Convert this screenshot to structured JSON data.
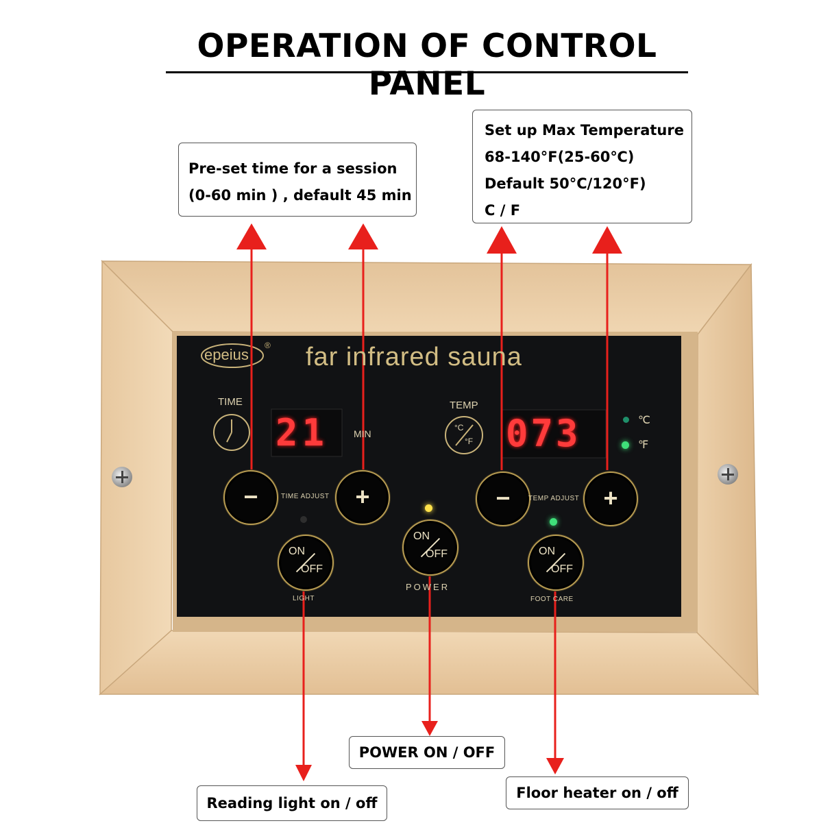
{
  "title": "OPERATION OF CONTROL PANEL",
  "callouts": {
    "time": [
      "Pre-set time for a session",
      "(0-60 min ) , default 45 min"
    ],
    "temp": [
      "Set up Max Temperature",
      "68-140°F(25-60℃)",
      "Default 50°C/120°F)",
      "C / F"
    ],
    "power": "POWER ON / OFF",
    "light": "Reading light on / off",
    "floor": "Floor heater on / off"
  },
  "panel": {
    "brand": "epeius",
    "registered_mark": "®",
    "heading": "far infrared sauna",
    "time_label": "TIME",
    "time_display": "21",
    "time_unit": "MIN",
    "time_adjust_label": "TIME ADJUST",
    "temp_label": "TEMP",
    "temp_display": "073",
    "celsius_label": "℃",
    "fahrenheit_label": "℉",
    "temp_adjust_label": "TEMP ADJUST",
    "minus": "−",
    "plus": "+",
    "on": "ON",
    "off": "OFF",
    "light_label": "LIGHT",
    "power_label": "POWER",
    "footcare_label": "FOOT CARE",
    "unit_switch_glyph_c": "°C",
    "unit_switch_glyph_f": "°F"
  },
  "colors": {
    "arrow": "#e8201c",
    "wood": "#e9c9a0",
    "panel": "#111214",
    "gold": "#b89c52",
    "led_red": "#ff3b3b",
    "led_green": "#3fe07a",
    "led_yellow": "#ffe24a"
  },
  "icons": [
    "clock-icon",
    "celsius-fahrenheit-icon",
    "screw-icon",
    "arrow-up-icon",
    "arrow-down-icon"
  ]
}
